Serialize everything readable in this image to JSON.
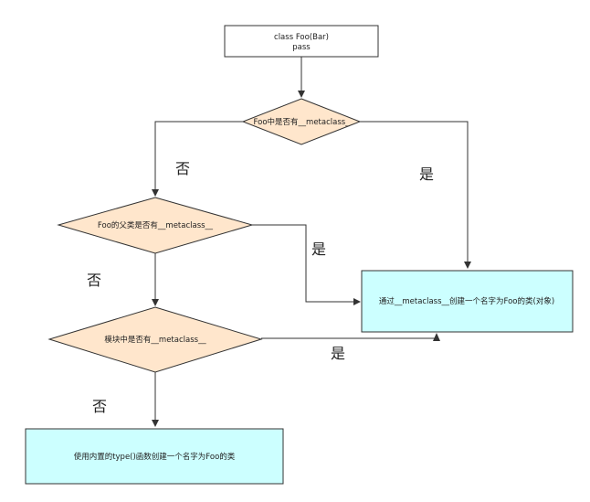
{
  "diagram": {
    "start_box": {
      "line1": "class Foo(Bar)",
      "line2": "pass"
    },
    "decision_foo": "Foo中是否有__metaclass_",
    "decision_parent": "Foo的父类是否有__metaclass__",
    "decision_module": "模块中是否有__metaclass__",
    "result_metaclass": "通过__metaclass__创建一个名字为Foo的类(对象)",
    "result_type": "使用内置的type()函数创建一个名字为Foo的类",
    "label_no": "否",
    "label_yes": "是"
  },
  "colors": {
    "decision_fill": "#FFE6CC",
    "result_fill": "#CCFFFF",
    "start_fill": "#FFFFFF",
    "stroke": "#333333"
  }
}
